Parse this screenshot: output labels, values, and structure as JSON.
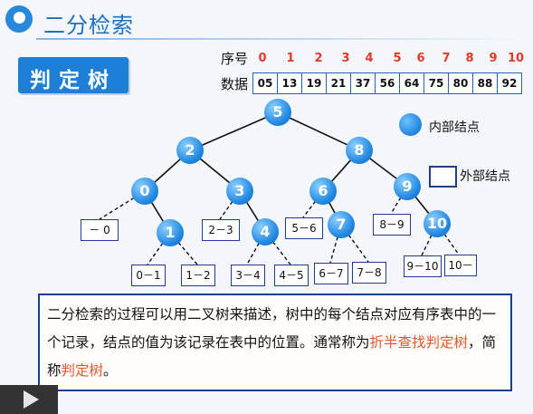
{
  "header": {
    "title": "二分检索"
  },
  "badge": {
    "label": "判定树"
  },
  "table": {
    "index_label": "序号",
    "data_label": "数据",
    "indices": [
      "0",
      "1",
      "2",
      "3",
      "4",
      "5",
      "6",
      "7",
      "8",
      "9",
      "10"
    ],
    "values": [
      "05",
      "13",
      "19",
      "21",
      "37",
      "56",
      "64",
      "75",
      "80",
      "88",
      "92"
    ]
  },
  "legend": {
    "internal": "内部结点",
    "external": "外部结点"
  },
  "tree": {
    "internal_nodes": [
      "5",
      "2",
      "8",
      "0",
      "3",
      "6",
      "9",
      "1",
      "4",
      "7",
      "10"
    ],
    "external_nodes": [
      "－ 0",
      "2－3",
      "5－6",
      "8－9",
      "0－1",
      "1－2",
      "3－4",
      "4－5",
      "6－7",
      "7－8",
      "9－10",
      "10－"
    ]
  },
  "description": {
    "part1": "二分检索的过程可以用二叉树来描述，树中的每个结点对应有序表中的一个记录，结点的值为该记录在表中的位置。通常称为",
    "hl1": "折半查找判定树",
    "part2": "，简称",
    "hl2": "判定树",
    "part3": "。"
  },
  "colors": {
    "accent": "#1e7fd6",
    "highlight": "#e8562a",
    "index_red": "#e03a2a",
    "border": "#1f3f8a"
  }
}
